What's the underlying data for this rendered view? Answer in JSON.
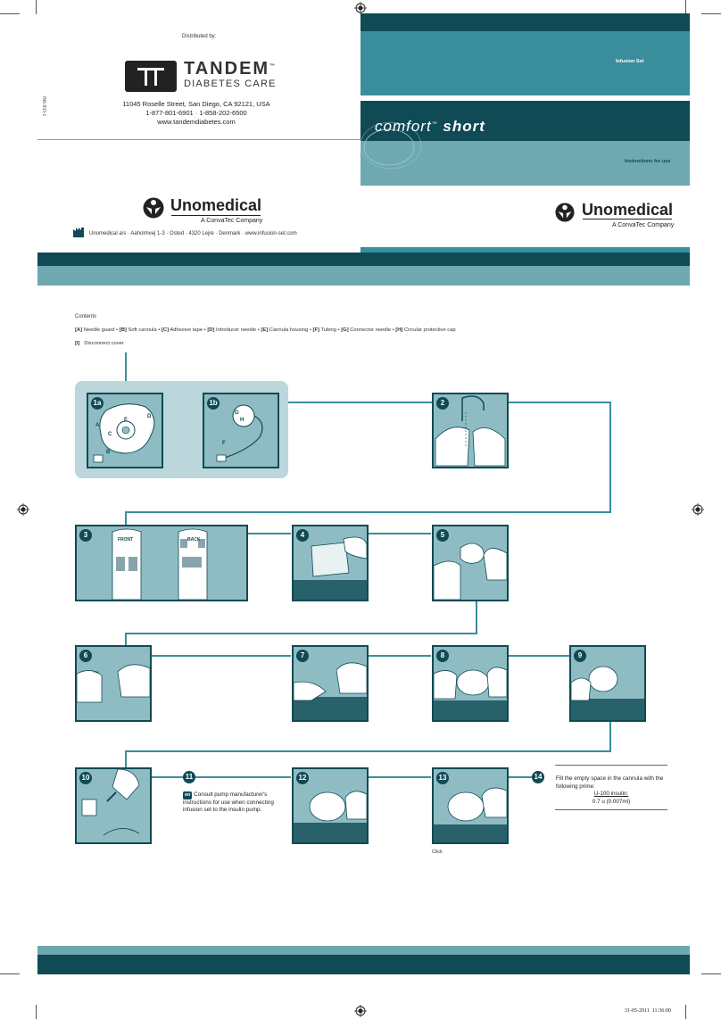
{
  "front": {
    "distributed_by": "Distributed by:",
    "doc_code": "IN6-833-1",
    "tandem_name": "TANDEM",
    "tandem_tm": "™",
    "tandem_sub": "DIABETES CARE",
    "address": "11045 Roselle Street, San Diego, CA 92121, USA",
    "phones": "1-877-801-6901 · 1-858-202-6500",
    "website": "www.tandemdiabetes.com",
    "unomedical": "Unomedical",
    "convatec": "A ConvaTec Company",
    "manufacturer_line": "Unomedical a/s · Aaholmvej 1-3 · Osted · 4320 Lejre · Denmark · www.infusion-set.com"
  },
  "cover": {
    "infusion_set": "Infusion Set",
    "product": "comfort",
    "product_tm": "™",
    "product_suffix": "short",
    "instructions": "Instructions for use",
    "unomedical": "Unomedical",
    "convatec": "A ConvaTec Company"
  },
  "contents": {
    "title": "Contents",
    "items": [
      {
        "key": "[A]",
        "label": "Needle guard"
      },
      {
        "key": "[B]",
        "label": "Soft cannula"
      },
      {
        "key": "[C]",
        "label": "Adhesive tape"
      },
      {
        "key": "[D]",
        "label": "Introducer needle"
      },
      {
        "key": "[E]",
        "label": "Cannula housing"
      },
      {
        "key": "[F]",
        "label": "Tubing"
      },
      {
        "key": "[G]",
        "label": "Connector needle"
      },
      {
        "key": "[H]",
        "label": "Circular protective cap"
      }
    ],
    "item_i": {
      "key": "[I]",
      "label": "Disconnect cover"
    }
  },
  "steps": {
    "s1a": "1a",
    "s1b": "1b",
    "s2": "2",
    "s3": "3",
    "s4": "4",
    "s5": "5",
    "s6": "6",
    "s7": "7",
    "s8": "8",
    "s9": "9",
    "s10": "10",
    "s11": "11",
    "s12": "12",
    "s13": "13",
    "s14": "14",
    "front_label": "FRONT",
    "back_label": "BACK",
    "parts_1a": [
      "A",
      "B",
      "C",
      "D",
      "E"
    ],
    "parts_1b": [
      "F",
      "G",
      "H"
    ],
    "en_badge": "en",
    "step11_text": "Consult pump manufacturer's instructions for use when connecting infusion set to the insulin pump.",
    "step13_click": "Click",
    "step14_text": "Fill the empty space in the cannula with the following prime:",
    "step14_insulin": "U-100 insulin:",
    "step14_amount": "0.7 u (0.007ml)"
  },
  "footer": {
    "timestamp": "31-05-2011  11:36:00"
  },
  "colors": {
    "teal_dark": "#0f4a55",
    "teal_mid": "#3a8e9c",
    "teal_light": "#6ea8b1",
    "panel_bg": "#bcd7db"
  }
}
